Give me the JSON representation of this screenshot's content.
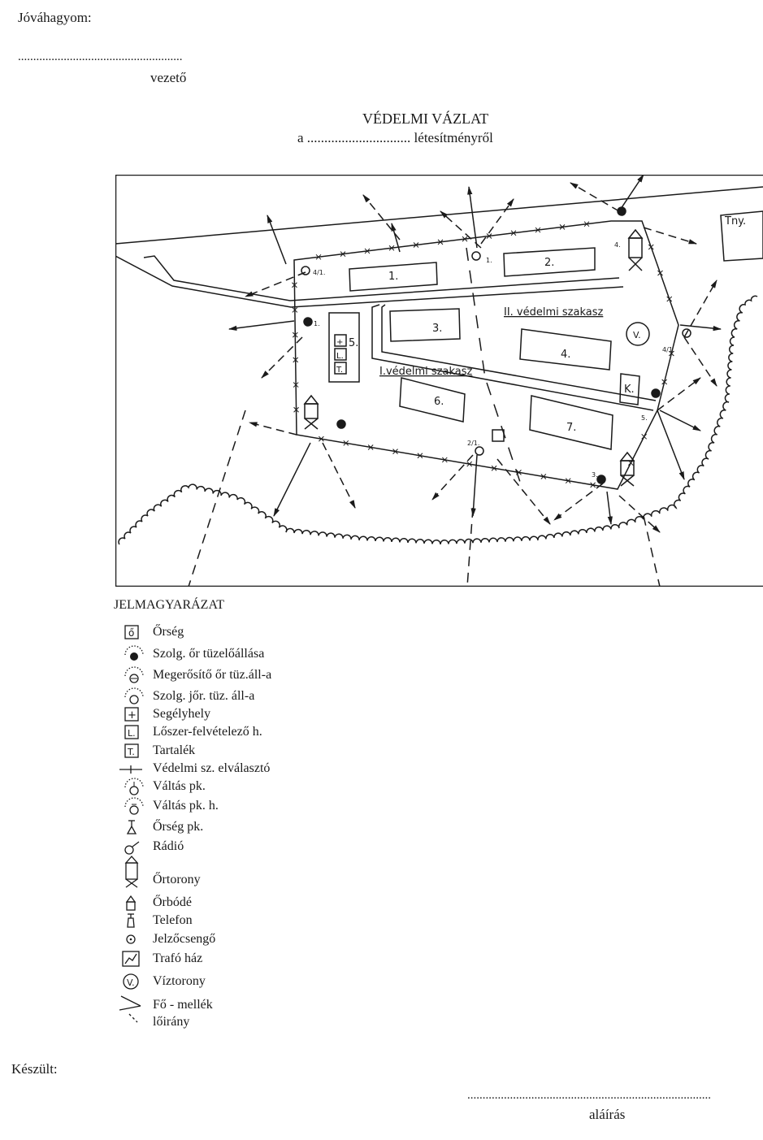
{
  "header": {
    "approve_label": "Jóváhagyom:",
    "approve_dots": "......................................................",
    "approver_role": "vezető"
  },
  "title": {
    "main": "VÉDELMI VÁZLAT",
    "subtitle_prefix": "a",
    "subtitle_dots": "..............................",
    "subtitle_suffix": "létesítményről"
  },
  "map": {
    "buildings": [
      "1.",
      "2.",
      "3.",
      "4.",
      "5.",
      "6.",
      "7.",
      "K.",
      "Tny."
    ],
    "water_tower": "V.",
    "section_labels": [
      "II. védelmi szakasz",
      "I.védelmi szakasz"
    ],
    "post_numbers": [
      "1.",
      "4/1.",
      "1.",
      "4.",
      "4/1.",
      "5.",
      "2/1.",
      "3."
    ],
    "aid_box_labels": [
      "+",
      "L.",
      "T."
    ]
  },
  "legend": {
    "title": "JELMAGYARÁZAT",
    "items": [
      {
        "icon": "guard-box-icon",
        "label": "Őrség"
      },
      {
        "icon": "service-guard-firing-position-icon",
        "label": "Szolg. őr tüzelőállása"
      },
      {
        "icon": "reinforcing-guard-position-icon",
        "label": "Megerősítő őr tüz.áll-a"
      },
      {
        "icon": "patrol-firing-position-icon",
        "label": "Szolg. jőr. tüz. áll-a"
      },
      {
        "icon": "first-aid-icon",
        "label": "Segélyhely"
      },
      {
        "icon": "ammunition-icon",
        "label": "Lőszer-felvételező h."
      },
      {
        "icon": "reserve-icon",
        "label": "Tartalék"
      },
      {
        "icon": "section-divider-icon",
        "label": "Védelmi sz. elválasztó"
      },
      {
        "icon": "shift-commander-icon",
        "label": "Váltás pk."
      },
      {
        "icon": "shift-deputy-icon",
        "label": "Váltás pk. h."
      },
      {
        "icon": "guard-commander-icon",
        "label": "Őrség pk."
      },
      {
        "icon": "radio-icon",
        "label": "Rádió"
      },
      {
        "icon": "watchtower-icon",
        "label": "Őrtorony"
      },
      {
        "icon": "sentry-box-icon",
        "label": "Őrbódé"
      },
      {
        "icon": "telephone-icon",
        "label": "Telefon"
      },
      {
        "icon": "signal-bell-icon",
        "label": "Jelzőcsengő"
      },
      {
        "icon": "transformer-icon",
        "label": "Trafó  ház"
      },
      {
        "icon": "water-tower-icon",
        "label": "Víztorony"
      },
      {
        "icon": "fire-direction-icon",
        "label": "Fő - mellék"
      },
      {
        "icon": "",
        "label": "lőirány"
      }
    ],
    "symbol_text": {
      "guard": "ő",
      "aid": "+",
      "ammo": "L.",
      "reserve": "T.",
      "water": "V."
    }
  },
  "footer": {
    "made_label": "Készült:",
    "signature_dots": "................................................................................",
    "signature_label": "aláírás"
  }
}
